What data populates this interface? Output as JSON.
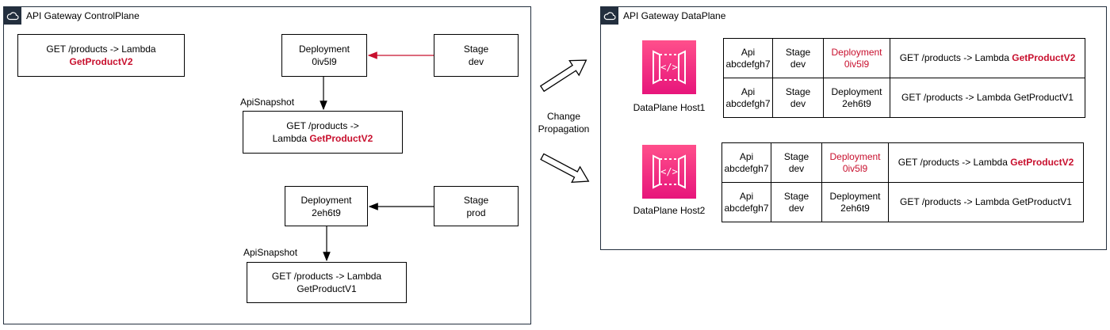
{
  "control_plane": {
    "title": "API Gateway ControlPlane",
    "current_route": {
      "text": "GET /products -> Lambda",
      "fn": "GetProductV2"
    },
    "deployment_dev": {
      "label": "Deployment",
      "id": "0iv5l9"
    },
    "stage_dev": {
      "label": "Stage",
      "name": "dev"
    },
    "snapshot_dev_label": "ApiSnapshot",
    "snapshot_dev": {
      "line1": "GET /products ->",
      "line2_prefix": "Lambda",
      "fn": "GetProductV2"
    },
    "deployment_prod": {
      "label": "Deployment",
      "id": "2eh6t9"
    },
    "stage_prod": {
      "label": "Stage",
      "name": "prod"
    },
    "snapshot_prod_label": "ApiSnapshot",
    "snapshot_prod": {
      "line1": "GET /products -> Lambda",
      "line2": "GetProductV1"
    }
  },
  "propagation": {
    "line1": "Change",
    "line2": "Propagation"
  },
  "data_plane": {
    "title": "API Gateway DataPlane",
    "hosts": [
      {
        "label": "DataPlane Host1",
        "rows": [
          {
            "api": "Api",
            "api_id": "abcdefgh7",
            "stage": "Stage",
            "stage_name": "dev",
            "dep": "Deployment",
            "dep_id": "0iv5l9",
            "dep_new": true,
            "route": "GET /products -> Lambda",
            "fn": "GetProductV2",
            "fn_new": true
          },
          {
            "api": "Api",
            "api_id": "abcdefgh7",
            "stage": "Stage",
            "stage_name": "dev",
            "dep": "Deployment",
            "dep_id": "2eh6t9",
            "dep_new": false,
            "route": "GET /products -> Lambda",
            "fn": "GetProductV1",
            "fn_new": false
          }
        ]
      },
      {
        "label": "DataPlane Host2",
        "rows": [
          {
            "api": "Api",
            "api_id": "abcdefgh7",
            "stage": "Stage",
            "stage_name": "dev",
            "dep": "Deployment",
            "dep_id": "0iv5l9",
            "dep_new": true,
            "route": "GET /products -> Lambda",
            "fn": "GetProductV2",
            "fn_new": true
          },
          {
            "api": "Api",
            "api_id": "abcdefgh7",
            "stage": "Stage",
            "stage_name": "dev",
            "dep": "Deployment",
            "dep_id": "2eh6t9",
            "dep_new": false,
            "route": "GET /products -> Lambda",
            "fn": "GetProductV1",
            "fn_new": false
          }
        ]
      }
    ]
  },
  "colors": {
    "highlight": "#c8102e",
    "icon_top": "#ff4f8b",
    "icon_bottom": "#e7157b",
    "group_border": "#232f3e"
  },
  "icons": {
    "group": "cloud-icon",
    "host": "api-gateway-endpoint-icon"
  }
}
